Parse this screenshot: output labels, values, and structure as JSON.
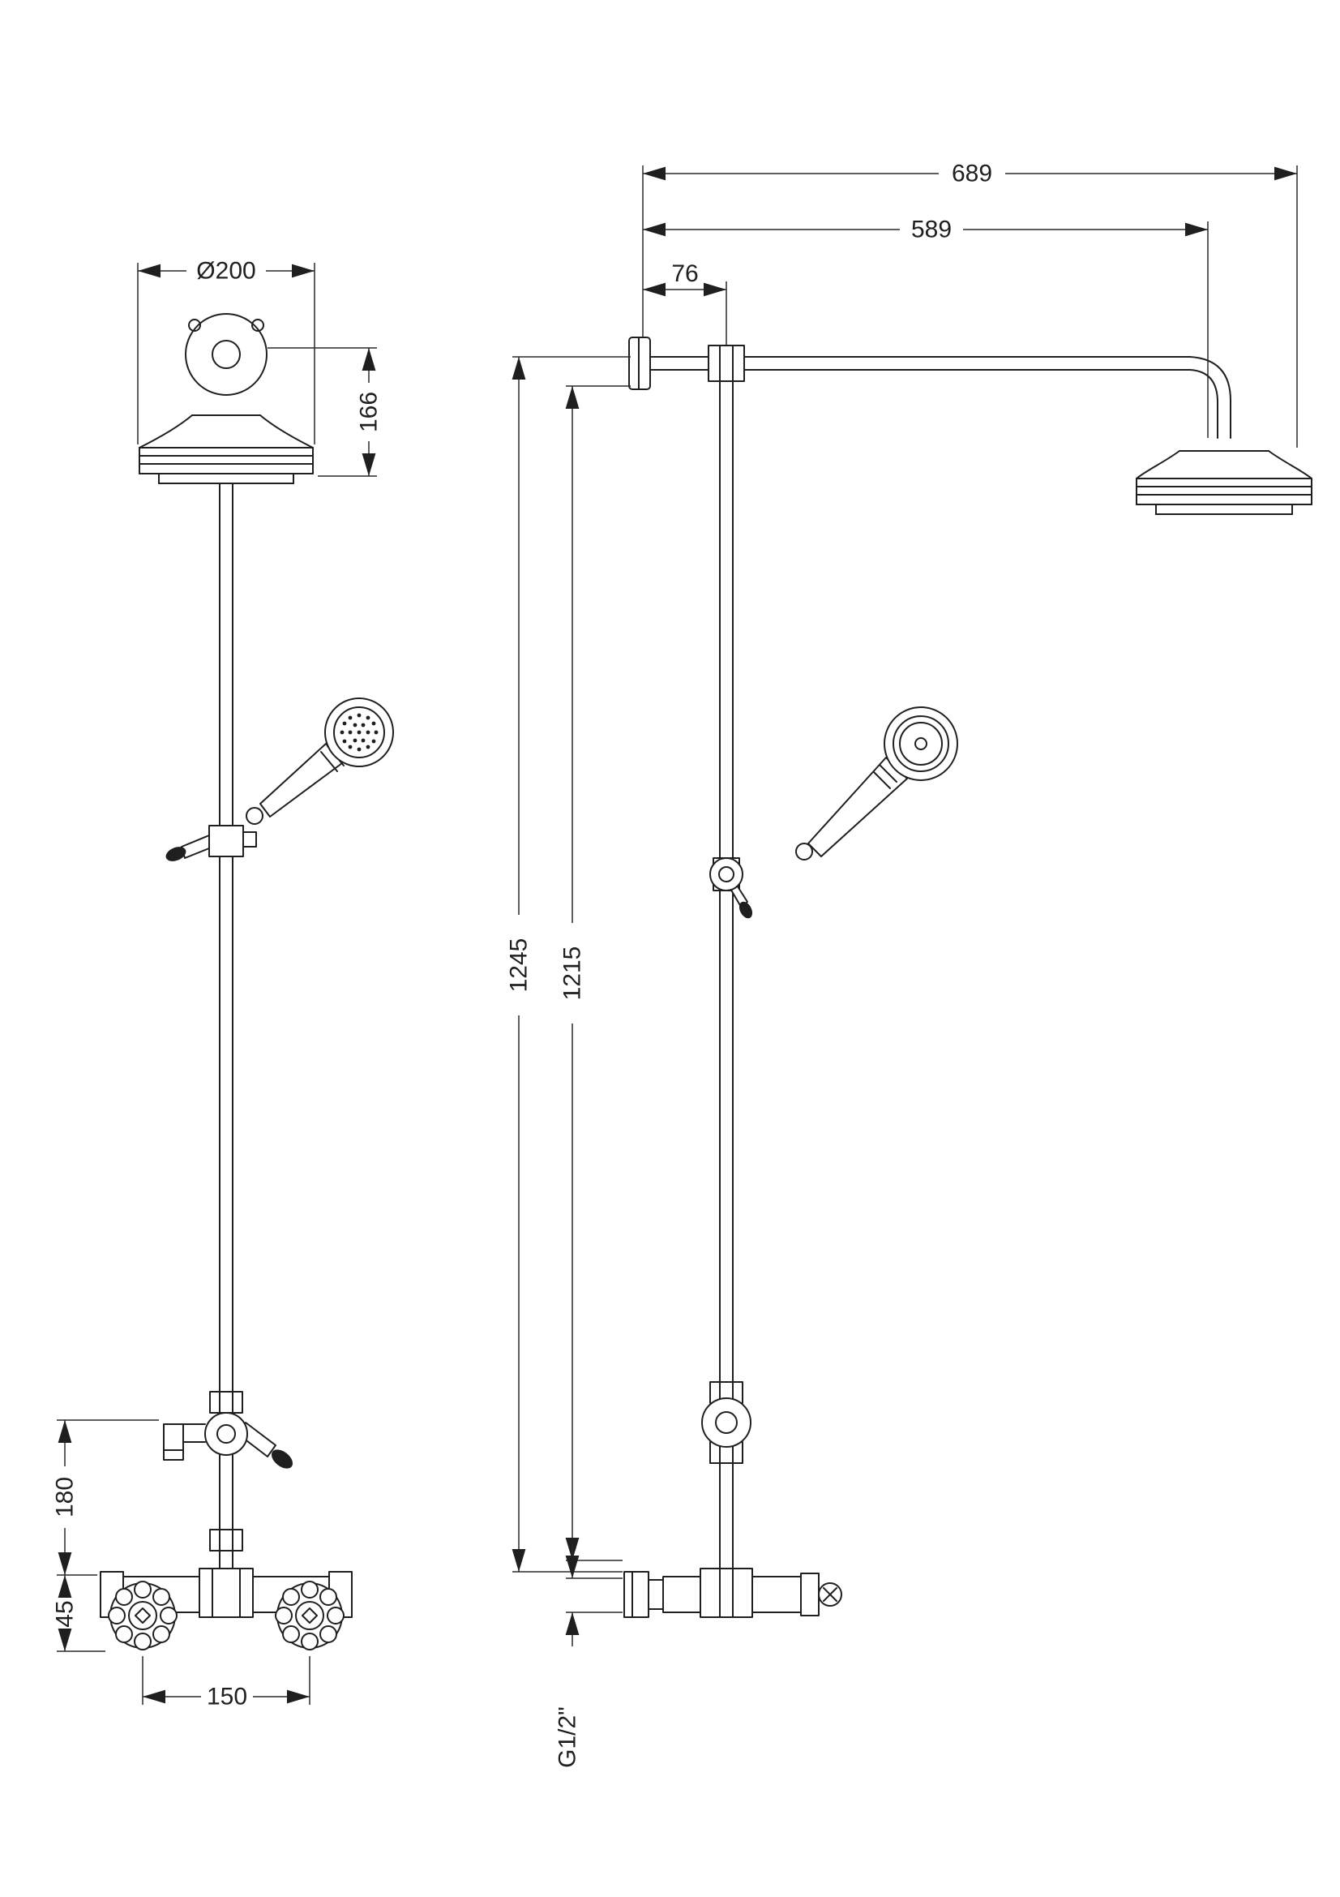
{
  "diagram": {
    "type": "technical-dimension-drawing",
    "line_color": "#1f1f1f",
    "background_color": "#ffffff",
    "dims": {
      "head_diameter": "Ø200",
      "head_height": "166",
      "total_projection": "689",
      "arm_reach": "589",
      "wall_to_riser": "76",
      "riser_height": "1245",
      "riser_inner_height": "1215",
      "valve_to_diverter": "180",
      "valve_offset": "45",
      "valve_centres": "150",
      "inlet_thread": "G1/2\""
    }
  }
}
